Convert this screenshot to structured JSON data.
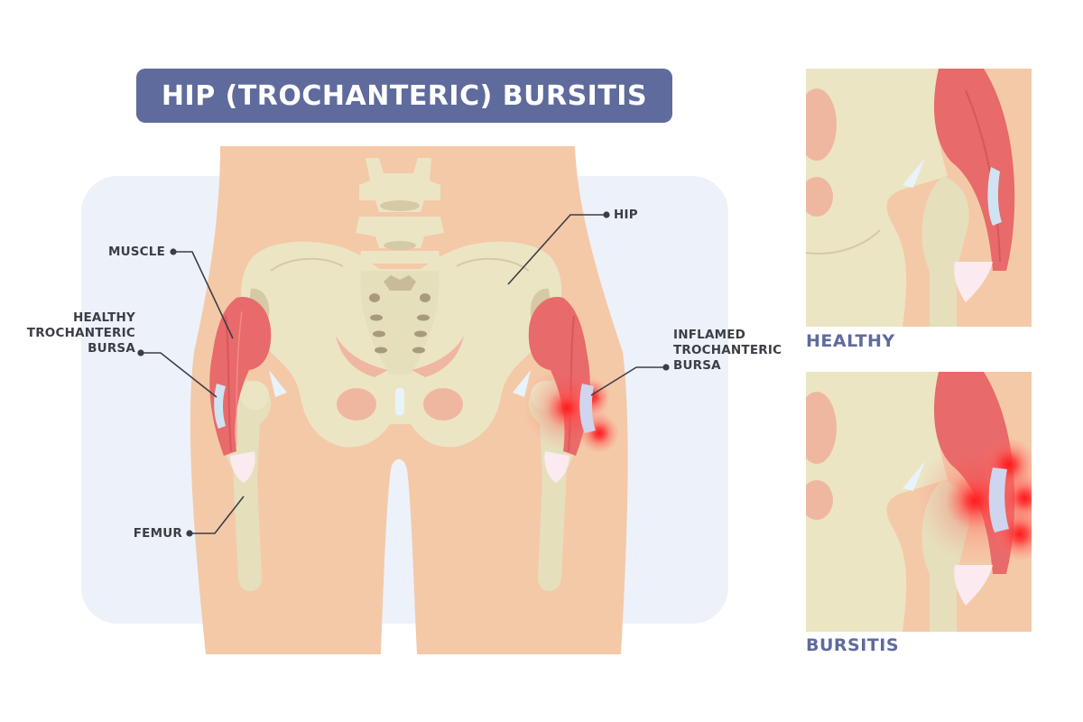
{
  "title": "HIP (TROCHANTERIC) BURSITIS",
  "labels": {
    "muscle": "MUSCLE",
    "healthy_bursa": [
      "HEALTHY",
      "TROCHANTERIC",
      "BURSA"
    ],
    "femur": "FEMUR",
    "hip": "HIP",
    "inflamed_bursa": [
      "INFLAMED",
      "TROCHANTERIC",
      "BURSA"
    ]
  },
  "panels": {
    "healthy": "HEALTHY",
    "bursitis": "BURSITIS"
  },
  "colors": {
    "banner": "#5f6b9c",
    "skin": "#f4c9a8",
    "bone": "#ece5c4",
    "bone_shadow": "#d6c9a6",
    "muscle": "#e86a6a",
    "bursa": "#cfe3f2",
    "inflammation": "#ff2a2a",
    "background_panel": "#edf1f9",
    "label_text": "#3b3e45"
  }
}
